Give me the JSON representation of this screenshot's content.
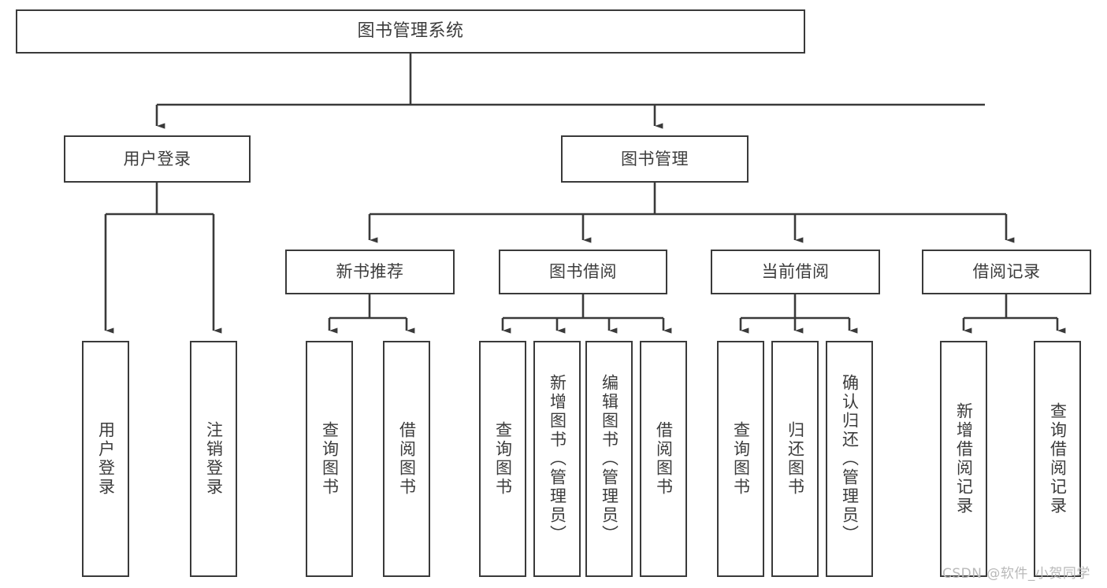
{
  "diagram": {
    "type": "tree-hierarchy-chart",
    "title": "图书管理系统",
    "background_color": "#ffffff",
    "line_color": "#3a3a3a",
    "text_color": "#3c3c3c"
  },
  "nodes": {
    "root": {
      "label": "图书管理系统",
      "level": 0
    },
    "level1": [
      {
        "id": "user-login",
        "label": "用户登录"
      },
      {
        "id": "book-management",
        "label": "图书管理"
      }
    ],
    "level2": [
      {
        "id": "new-book-recommend",
        "label": "新书推荐"
      },
      {
        "id": "book-borrow",
        "label": "图书借阅"
      },
      {
        "id": "current-borrow",
        "label": "当前借阅"
      },
      {
        "id": "borrow-record",
        "label": "借阅记录"
      }
    ],
    "leaves": {
      "user_login": [
        {
          "id": "leaf-user-login",
          "label": "用户登录"
        },
        {
          "id": "leaf-logout",
          "label": "注销登录"
        }
      ],
      "new_book_recommend": [
        {
          "id": "leaf-query-book-1",
          "label": "查询图书"
        },
        {
          "id": "leaf-borrow-book-1",
          "label": "借阅图书"
        }
      ],
      "book_borrow": [
        {
          "id": "leaf-query-book-2",
          "label": "查询图书"
        },
        {
          "id": "leaf-add-book",
          "label": "新增图书（管理员）"
        },
        {
          "id": "leaf-edit-book",
          "label": "编辑图书（管理员）"
        },
        {
          "id": "leaf-borrow-book-2",
          "label": "借阅图书"
        }
      ],
      "current_borrow": [
        {
          "id": "leaf-query-book-3",
          "label": "查询图书"
        },
        {
          "id": "leaf-return-book",
          "label": "归还图书"
        },
        {
          "id": "leaf-confirm-return",
          "label": "确认归还（管理员）"
        }
      ],
      "borrow_record": [
        {
          "id": "leaf-add-record",
          "label": "新增借阅记录"
        },
        {
          "id": "leaf-query-record",
          "label": "查询借阅记录"
        }
      ]
    }
  },
  "watermark": {
    "text": "CSDN @软件_小贺同学"
  }
}
